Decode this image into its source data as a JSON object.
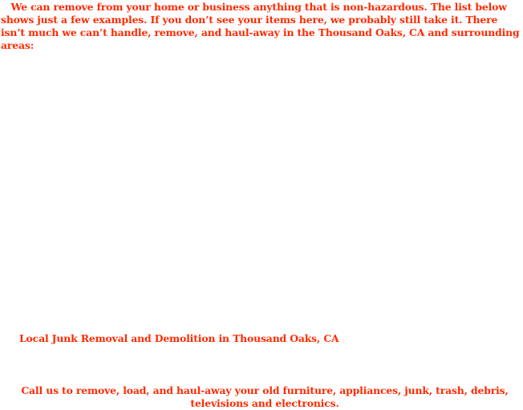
{
  "intro": "   We can remove from your home or business anything that is non-hazardous. The list below shows just a few examples. If you don’t see your items here, we probably still take it. There isn’t much we can’t handle, remove, and haul-away in the Thousand Oaks, CA and surrounding areas:",
  "heading": "Local Junk Removal and Demolition in Thousand Oaks, CA",
  "call_to_action": "Call us to remove, load, and haul-away your old furniture, appliances, junk, trash, debris, televisions and electronics.",
  "colors": {
    "text": "#ff2a00"
  }
}
